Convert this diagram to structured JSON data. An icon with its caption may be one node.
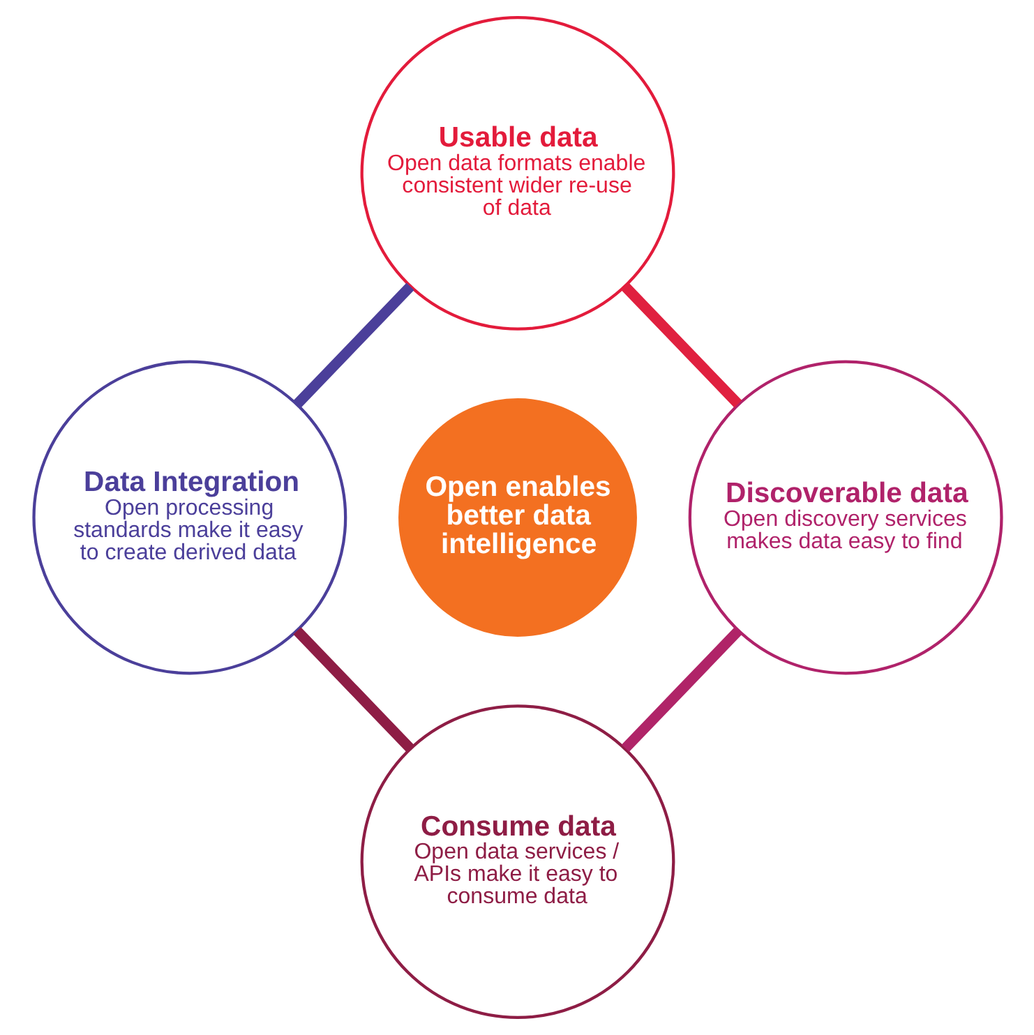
{
  "diagram": {
    "nodes": [
      {
        "text": [
          "Usable data",
          "Open data formats enable consistent wider re-use of data"
        ]
      },
      {
        "text": [
          "Data Integration",
          "Open processing standards make it easy to create derived data"
        ]
      },
      {
        "text": [
          "Open enables better data intelligence"
        ]
      },
      {
        "text": [
          "Discoverable data",
          "Open discovery services makes data easy to find"
        ]
      },
      {
        "text": [
          "Consume data",
          "Open data services / APIs make it easy to consume data"
        ]
      }
    ],
    "edges": [
      {
        "from": 0,
        "to": 3,
        "arrow": "none",
        "color": "#e0203f"
      },
      {
        "from": 3,
        "to": 4,
        "arrow": "none",
        "color": "#b02468"
      },
      {
        "from": 4,
        "to": 1,
        "arrow": "none",
        "color": "#8e1d45"
      },
      {
        "from": 1,
        "to": 0,
        "arrow": "none",
        "color": "#4b3f9a"
      }
    ]
  }
}
